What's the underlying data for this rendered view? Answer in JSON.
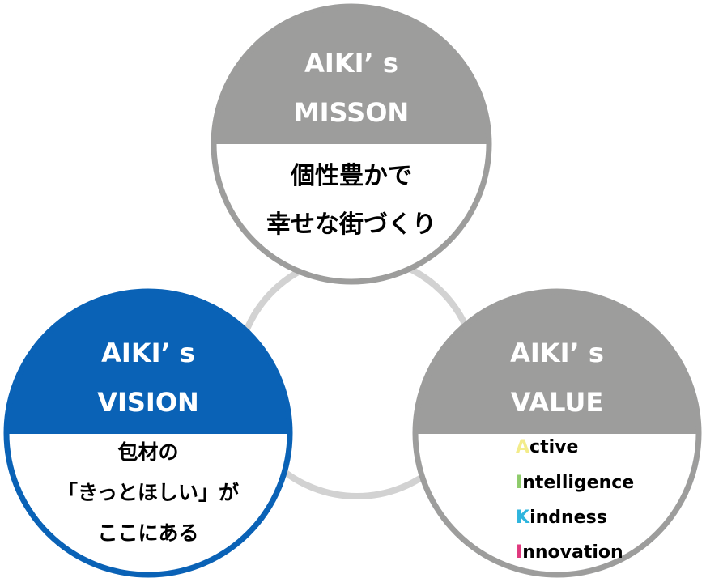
{
  "colors": {
    "gray_header": "#9d9d9c",
    "gray_ring": "#d2d2d2",
    "blue_header": "#0a62b6",
    "accent_active": "#f3ec8a",
    "accent_intelligence": "#8ecb6b",
    "accent_kindness": "#2fb5de",
    "accent_innovation": "#e0397e"
  },
  "mission": {
    "title_line1": "AIKI’ s",
    "title_line2": "MISSON",
    "body_line1": "個性豊かで",
    "body_line2": "幸せな街づくり"
  },
  "vision": {
    "title_line1": "AIKI’ s",
    "title_line2": "VISION",
    "body_line1": "包材の",
    "body_line2": "「きっとほしい」が",
    "body_line3": "ここにある"
  },
  "value": {
    "title_line1": "AIKI’ s",
    "title_line2": "VALUE",
    "items": [
      {
        "initial": "A",
        "rest": "ctive"
      },
      {
        "initial": "I",
        "rest": "ntelligence"
      },
      {
        "initial": "K",
        "rest": "indness"
      },
      {
        "initial": "I",
        "rest": "nnovation"
      }
    ]
  }
}
